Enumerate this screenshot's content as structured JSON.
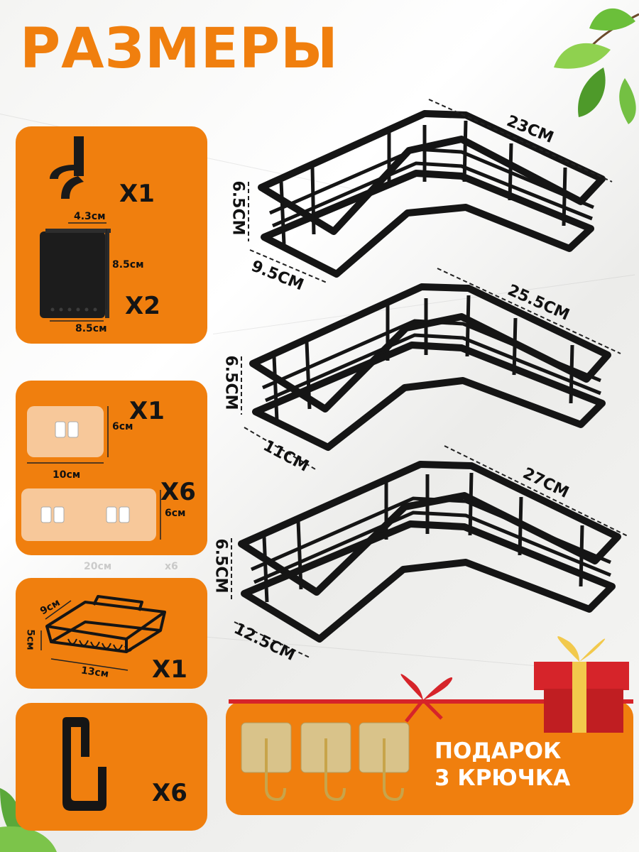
{
  "title": "РАЗМЕРЫ",
  "colors": {
    "accent": "#f07f0e",
    "frame": "#151515",
    "gift_red": "#d6242a"
  },
  "panel_holder": {
    "hook_qty": "X1",
    "holder_qty": "X2",
    "holder_top": "4.3см",
    "holder_side": "8.5см",
    "holder_bottom": "8.5см"
  },
  "panel_stickers": {
    "small_qty": "X1",
    "small_w": "10см",
    "small_h": "6см",
    "large_qty": "X6",
    "large_h": "6см",
    "ghost_w": "20см",
    "ghost_qty": "x6"
  },
  "panel_soap": {
    "qty": "X1",
    "depth": "9см",
    "height": "5см",
    "width": "13см"
  },
  "panel_hook": {
    "qty": "X6"
  },
  "shelves": [
    {
      "width": "23CM",
      "height": "6.5CM",
      "depth": "9.5CM"
    },
    {
      "width": "25.5CM",
      "height": "6.5CM",
      "depth": "11CM"
    },
    {
      "width": "27CM",
      "height": "6.5CM",
      "depth": "12.5CM"
    }
  ],
  "gift": {
    "line1": "ПОДАРОК",
    "line2": "3 КРЮЧКА"
  }
}
